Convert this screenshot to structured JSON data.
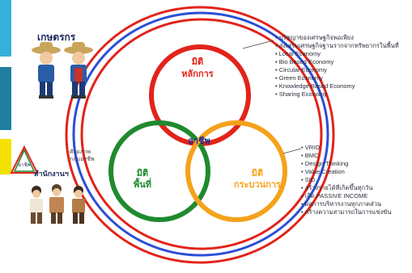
{
  "farmer_label": "เกษตรกร",
  "officer_label": "สำนักงานฯ",
  "triangle_label": "อาชีพ",
  "note_left": "ศักยภาพ\nกลุ่มอาชีพ",
  "circles": {
    "top": {
      "line1": "มิติ",
      "line2": "หลักการ",
      "color": "#e2231a"
    },
    "left": {
      "line1": "มิติ",
      "line2": "พื้นที่",
      "color": "#1f8a2e"
    },
    "right": {
      "line1": "มิติ",
      "line2": "กระบวนการ",
      "color": "#f5a21b"
    },
    "center": "อาชีพ"
  },
  "principles_list": [
    "ปรัชญาของเศรษฐกิจพอเพียง",
    "ส่งเสริมเศรษฐกิจฐานรากจากทรัพยากรในพื้นที่",
    "Local Economy",
    "Bio Based Economy",
    "Circular Economy",
    "Green Economy",
    "Knowledge Based Economy",
    "Sharing Economy"
  ],
  "process_list": [
    "VRIO",
    "BMC",
    "Design Thinking",
    "Value Creation",
    "SID",
    "สร้างรายได้ที่เกิดขึ้นทุกวัน",
    "เกิด PASSIVE INCOME",
    "ผลการบริหารงานทุกภาคส่วน",
    "สร้างความสามารถในการแข่งขัน"
  ],
  "colors": {
    "outer_ring_red": "#e2231a",
    "outer_ring_blue": "#2b4fd6",
    "sidebar_cyan": "#35b0d8",
    "sidebar_teal": "#1f7fa0",
    "sidebar_yellow": "#f3e100"
  }
}
